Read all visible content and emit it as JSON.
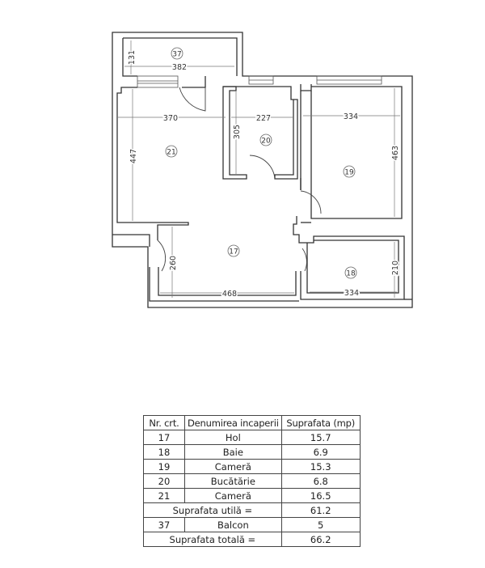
{
  "floor_plan": {
    "rooms": [
      {
        "id": "37",
        "name": "Balcon",
        "dims": [
          "382",
          "131"
        ]
      },
      {
        "id": "21",
        "name": "Cameră",
        "dims": [
          "370",
          "447"
        ]
      },
      {
        "id": "20",
        "name": "Bucătărie",
        "dims": [
          "227",
          "305"
        ]
      },
      {
        "id": "19",
        "name": "Cameră",
        "dims": [
          "334",
          "463"
        ]
      },
      {
        "id": "17",
        "name": "Hol",
        "dims": [
          "468",
          "260"
        ]
      },
      {
        "id": "18",
        "name": "Baie",
        "dims": [
          "334",
          "210"
        ]
      }
    ],
    "labels": {
      "r37": "37",
      "r21": "21",
      "r20": "20",
      "r19": "19",
      "r17": "17",
      "r18": "18",
      "d382": "382",
      "d131": "131",
      "d370": "370",
      "d447": "447",
      "d227": "227",
      "d305": "305",
      "d334a": "334",
      "d463": "463",
      "d260": "260",
      "d468": "468",
      "d334b": "334",
      "d210": "210"
    }
  },
  "table": {
    "headers": [
      "Nr. crt.",
      "Denumirea incaperii",
      "Suprafata (mp)"
    ],
    "rows": [
      {
        "nr": "17",
        "name": "Hol",
        "area": "15.7"
      },
      {
        "nr": "18",
        "name": "Baie",
        "area": "6.9"
      },
      {
        "nr": "19",
        "name": "Cameră",
        "area": "15.3"
      },
      {
        "nr": "20",
        "name": "Bucătărie",
        "area": "6.8"
      },
      {
        "nr": "21",
        "name": "Cameră",
        "area": "16.5"
      }
    ],
    "subtotal_label": "Suprafata utilă =",
    "subtotal_value": "61.2",
    "balcony": {
      "nr": "37",
      "name": "Balcon",
      "area": "5"
    },
    "total_label": "Suprafata totală =",
    "total_value": "66.2"
  }
}
